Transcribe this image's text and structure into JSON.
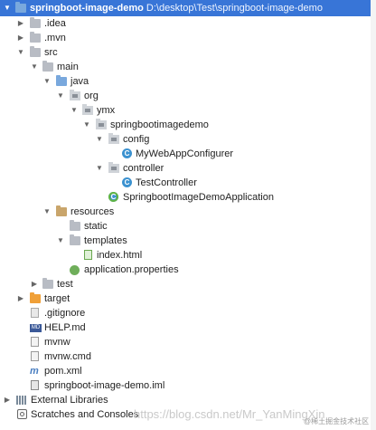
{
  "project": {
    "name": "springboot-image-demo",
    "path": "D:\\desktop\\Test\\springboot-image-demo"
  },
  "tree": {
    "idea": ".idea",
    "mvn": ".mvn",
    "src": "src",
    "main": "main",
    "java": "java",
    "org": "org",
    "ymx": "ymx",
    "pkg_root": "springbootimagedemo",
    "config": "config",
    "config_class": "MyWebAppConfigurer",
    "controller": "controller",
    "controller_class": "TestController",
    "app_class": "SpringbootImageDemoApplication",
    "resources": "resources",
    "static": "static",
    "templates": "templates",
    "index_html": "index.html",
    "app_props": "application.properties",
    "test": "test",
    "target": "target",
    "gitignore": ".gitignore",
    "help_md": "HELP.md",
    "mvnw": "mvnw",
    "mvnw_cmd": "mvnw.cmd",
    "pom": "pom.xml",
    "iml": "springboot-image-demo.iml",
    "external_libs": "External Libraries",
    "scratches": "Scratches and Consoles"
  },
  "watermark": "https://blog.csdn.net/Mr_YanMingXin",
  "brand": "@稀土掘金技术社区",
  "icon_glyphs": {
    "class": "C",
    "md": "MD",
    "xml": "m"
  }
}
